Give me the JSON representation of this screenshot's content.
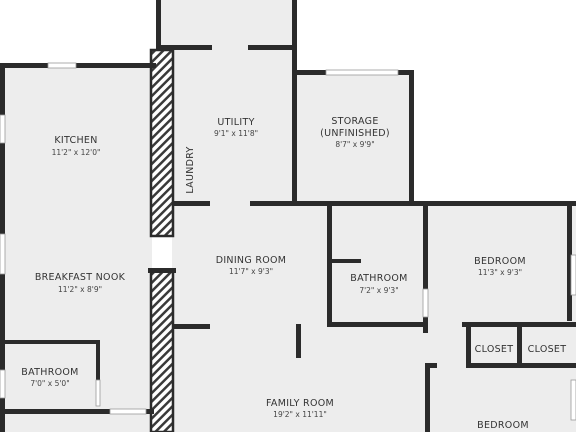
{
  "colors": {
    "floor": "#ededed",
    "wall": "#2b2b2b",
    "background": "#ffffff",
    "text": "#333333"
  },
  "rooms": {
    "kitchen": {
      "name": "KITCHEN",
      "dims": "11'2\" x 12'0\""
    },
    "utility": {
      "name": "UTILITY",
      "dims": "9'1\" x 11'8\""
    },
    "laundry": {
      "name": "LAUNDRY"
    },
    "storage": {
      "name_line1": "STORAGE",
      "name_line2": "(UNFINISHED)",
      "dims": "8'7\" x 9'9\""
    },
    "breakfast_nook": {
      "name": "BREAKFAST NOOK",
      "dims": "11'2\" x 8'9\""
    },
    "dining_room": {
      "name": "DINING ROOM",
      "dims": "11'7\" x 9'3\""
    },
    "bathroom_mid": {
      "name": "BATHROOM",
      "dims": "7'2\" x 9'3\""
    },
    "bedroom_1": {
      "name": "BEDROOM",
      "dims": "11'3\" x 9'3\""
    },
    "closet_1": {
      "name": "CLOSET"
    },
    "closet_2": {
      "name": "CLOSET"
    },
    "bathroom_left": {
      "name": "BATHROOM",
      "dims": "7'0\" x 5'0\""
    },
    "family_room": {
      "name": "FAMILY ROOM",
      "dims": "19'2\" x 11'11\""
    },
    "bedroom_2": {
      "name": "BEDROOM"
    }
  }
}
